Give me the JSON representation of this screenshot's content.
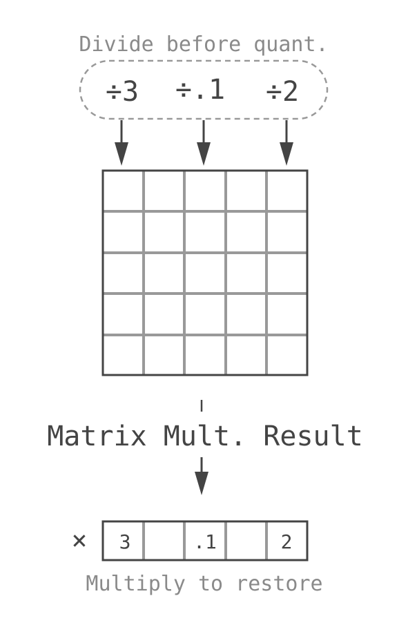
{
  "top_caption": "Divide before quant.",
  "divisors": [
    "÷3",
    "÷.1",
    "÷2"
  ],
  "middle_caption": "Matrix Mult. Result",
  "multiply_symbol": "×",
  "result_cells": [
    "3",
    "",
    ".1",
    "",
    "2"
  ],
  "bottom_caption": "Multiply to restore",
  "grid": {
    "rows": 5,
    "cols": 5
  },
  "colors": {
    "caption_gray": "#8a8a8a",
    "dark": "#444444",
    "grid_line": "#999999",
    "dash": "#999999"
  }
}
